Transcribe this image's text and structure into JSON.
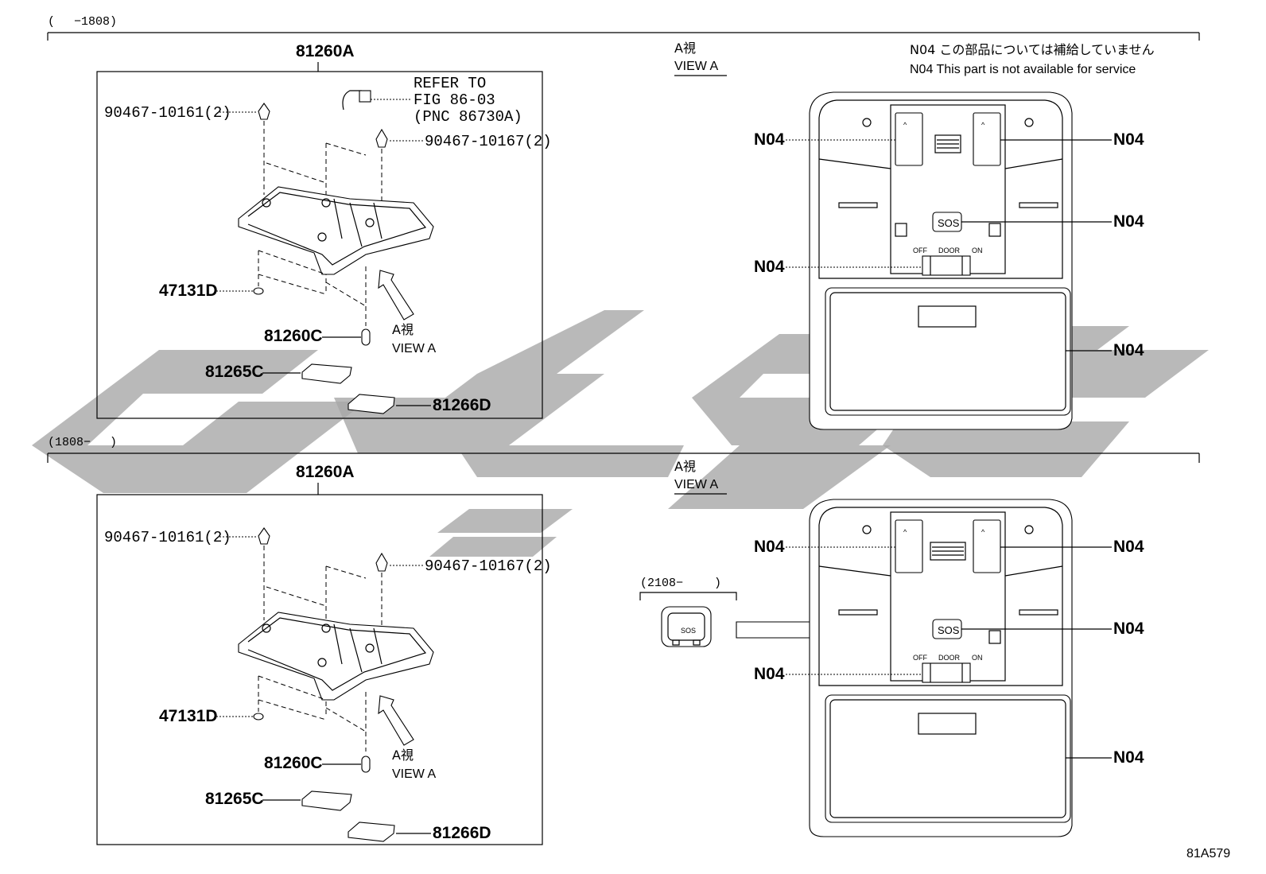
{
  "diagram_id": "81A579",
  "note": {
    "jp": "N04 この部品については補給していません",
    "en": "N04 This part is not available for service"
  },
  "sections": [
    {
      "range": "(　 −1808)",
      "assembly": "81260A",
      "view_jp": "A視",
      "view_en": "VIEW A",
      "refer": [
        "REFER TO",
        "FIG 86-03",
        "(PNC 86730A)"
      ],
      "parts": {
        "clip_left": "90467-10161(2)",
        "clip_right": "90467-10167(2)",
        "cap": "47131D",
        "bulb": "81260C",
        "lens_a": "81265C",
        "lens_b": "81266D"
      },
      "callouts": [
        "N04",
        "N04",
        "N04",
        "N04",
        "N04"
      ]
    },
    {
      "range": "(1808−　 )",
      "assembly": "81260A",
      "view_jp": "A視",
      "view_en": "VIEW A",
      "sub_range": "(2108−　　 )",
      "parts": {
        "clip_left": "90467-10161(2)",
        "clip_right": "90467-10167(2)",
        "cap": "47131D",
        "bulb": "81260C",
        "lens_a": "81265C",
        "lens_b": "81266D"
      },
      "callouts": [
        "N04",
        "N04",
        "N04",
        "N04",
        "N04"
      ]
    }
  ],
  "panel_labels": {
    "sos": "SOS",
    "off": "OFF",
    "door": "DOOR",
    "on": "ON"
  }
}
